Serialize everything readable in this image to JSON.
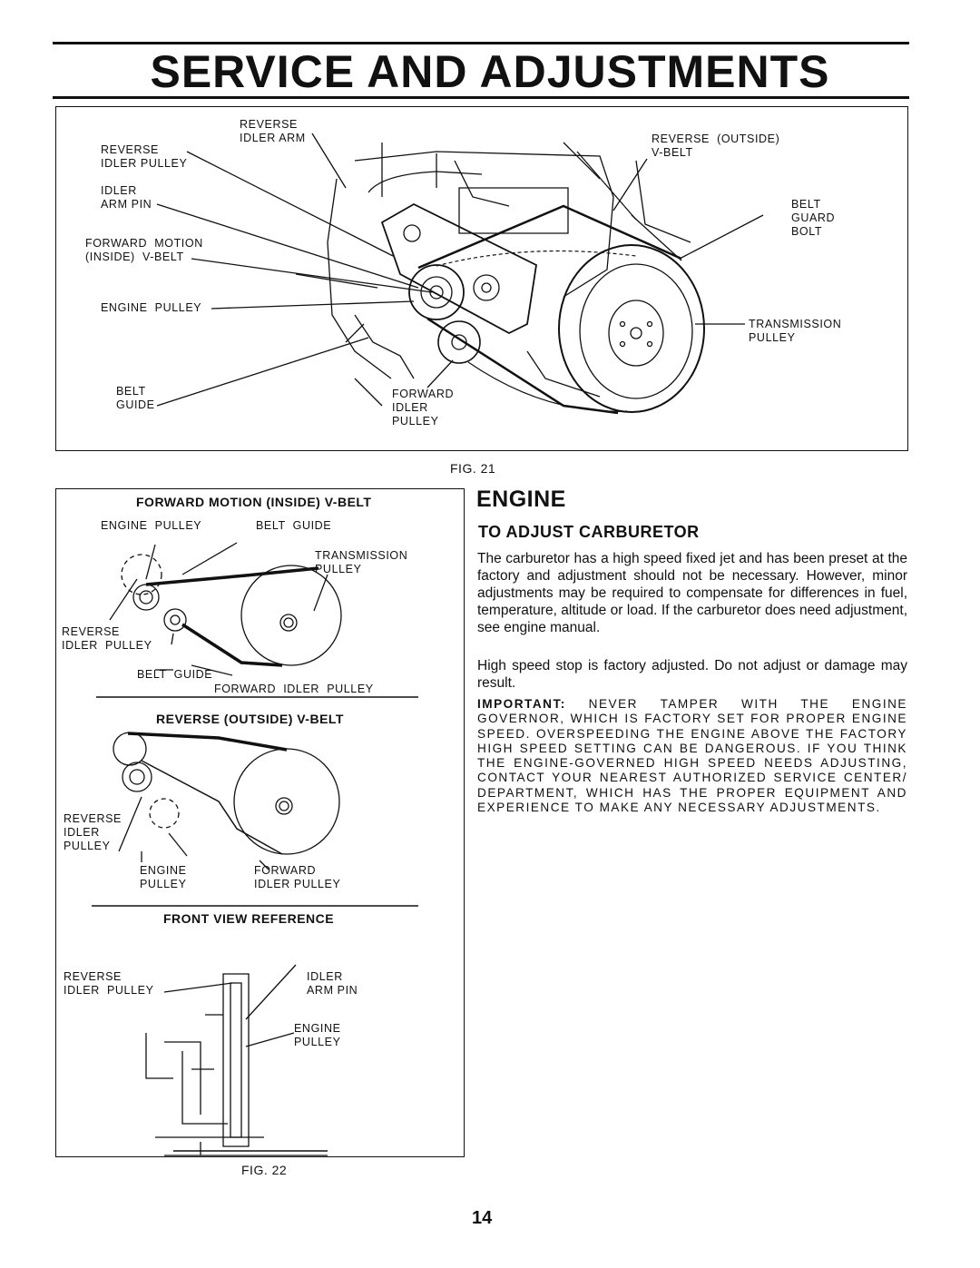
{
  "page_title": "SERVICE AND ADJUSTMENTS",
  "fig21": {
    "caption": "FIG. 21",
    "labels": {
      "reverse_idler_arm": "REVERSE\nIDLER ARM",
      "reverse_idler_pulley": "REVERSE\nIDLER PULLEY",
      "idler_arm_pin": "IDLER\nARM PIN",
      "forward_motion_vbelt": "FORWARD  MOTION\n(INSIDE)  V-BELT",
      "engine_pulley": "ENGINE  PULLEY",
      "belt_guide": "BELT\nGUIDE",
      "forward_idler_pulley": "FORWARD\nIDLER\nPULLEY",
      "reverse_outside_vbelt": "REVERSE  (OUTSIDE)\nV-BELT",
      "belt_guard_bolt": "BELT\nGUARD\nBOLT",
      "transmission_pulley": "TRANSMISSION\nPULLEY"
    }
  },
  "fig22": {
    "caption": "FIG. 22",
    "forward_section": {
      "title": "FORWARD MOTION (INSIDE) V-BELT",
      "engine_pulley": "ENGINE  PULLEY",
      "belt_guide_top": "BELT  GUIDE",
      "transmission_pulley": "TRANSMISSION\nPULLEY",
      "reverse_idler_pulley": "REVERSE\nIDLER  PULLEY",
      "belt_guide_bottom": "BELT  GUIDE",
      "forward_idler_pulley": "FORWARD  IDLER  PULLEY"
    },
    "reverse_section": {
      "title": "REVERSE (OUTSIDE) V-BELT",
      "reverse_idler_pulley": "REVERSE\nIDLER\nPULLEY",
      "engine_pulley": "ENGINE\nPULLEY",
      "forward_idler_pulley": "FORWARD\nIDLER PULLEY"
    },
    "front_section": {
      "title": "FRONT VIEW REFERENCE",
      "reverse_idler_pulley": "REVERSE\nIDLER  PULLEY",
      "idler_arm_pin": "IDLER\nARM PIN",
      "engine_pulley": "ENGINE\nPULLEY"
    }
  },
  "engine_section": {
    "heading": "ENGINE",
    "subheading": "TO ADJUST CARBURETOR",
    "para1": "The carburetor has a high speed fixed jet and has been preset at the factory and adjustment should not be necessary. However, minor adjustments may be required to compensate for differences in fuel, temperature, altitude or load. If the carburetor does need adjustment, see engine manual.",
    "para2": "High speed stop is factory adjusted.  Do not adjust or damage may result.",
    "important_label": "IMPORTANT:",
    "important_text": " NEVER TAMPER WITH THE ENGINE GOVERNOR, WHICH IS FACTORY SET FOR PROPER ENGINE SPEED. OVERSPEEDING THE ENGINE ABOVE THE FACTORY HIGH SPEED SETTING CAN BE DANGEROUS. IF YOU THINK THE ENGINE-GOVERNED HIGH SPEED NEEDS ADJUSTING, CONTACT YOUR NEAREST AUTHORIZED SERVICE CENTER/ DEPARTMENT, WHICH HAS THE PROPER EQUIPMENT AND EXPERIENCE TO MAKE ANY NECESSARY ADJUSTMENTS."
  },
  "page_number": "14"
}
